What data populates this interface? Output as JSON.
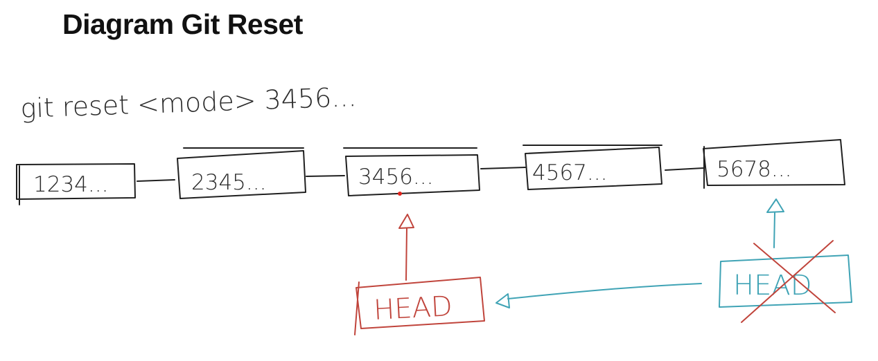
{
  "title": "Diagram Git Reset",
  "command": "git reset <mode> 3456...",
  "commits": [
    {
      "label": "1234..."
    },
    {
      "label": "2345..."
    },
    {
      "label": "3456..."
    },
    {
      "label": "4567..."
    },
    {
      "label": "5678..."
    }
  ],
  "head_new": {
    "label": "HEAD",
    "color": "#c0443b",
    "points_to": "3456..."
  },
  "head_old": {
    "label": "HEAD",
    "color": "#3fa3b5",
    "points_to": "5678...",
    "crossed_out": true
  }
}
